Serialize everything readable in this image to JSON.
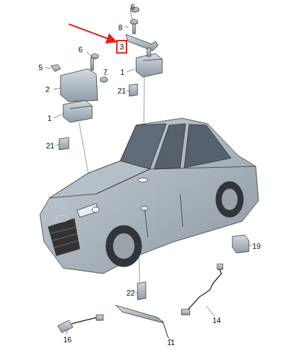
{
  "diagram": {
    "nodes": [
      {
        "text": [
          "3"
        ]
      }
    ],
    "labels": [
      "6",
      "8",
      "6",
      "5",
      "7",
      "1",
      "2",
      "21",
      "1",
      "21",
      "19",
      "22",
      "14",
      "16",
      "11"
    ]
  }
}
